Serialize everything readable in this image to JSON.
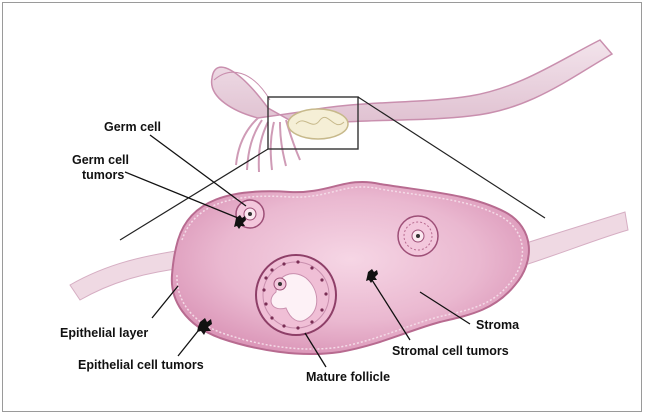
{
  "labels": {
    "germ_cell": "Germ cell",
    "germ_cell_tumors_line1": "Germ cell",
    "germ_cell_tumors_line2": "tumors",
    "epithelial_layer": "Epithelial layer",
    "epithelial_cell_tumors": "Epithelial cell tumors",
    "mature_follicle": "Mature follicle",
    "stroma": "Stroma",
    "stromal_cell_tumors": "Stromal cell tumors"
  },
  "colors": {
    "ovary_fill": "#e9b6cf",
    "ovary_edge": "#b96f93",
    "tube_fill": "#f0dce6",
    "follicle_ring": "#f3c7dc",
    "tumor": "#111111",
    "leader_line": "#111111"
  }
}
